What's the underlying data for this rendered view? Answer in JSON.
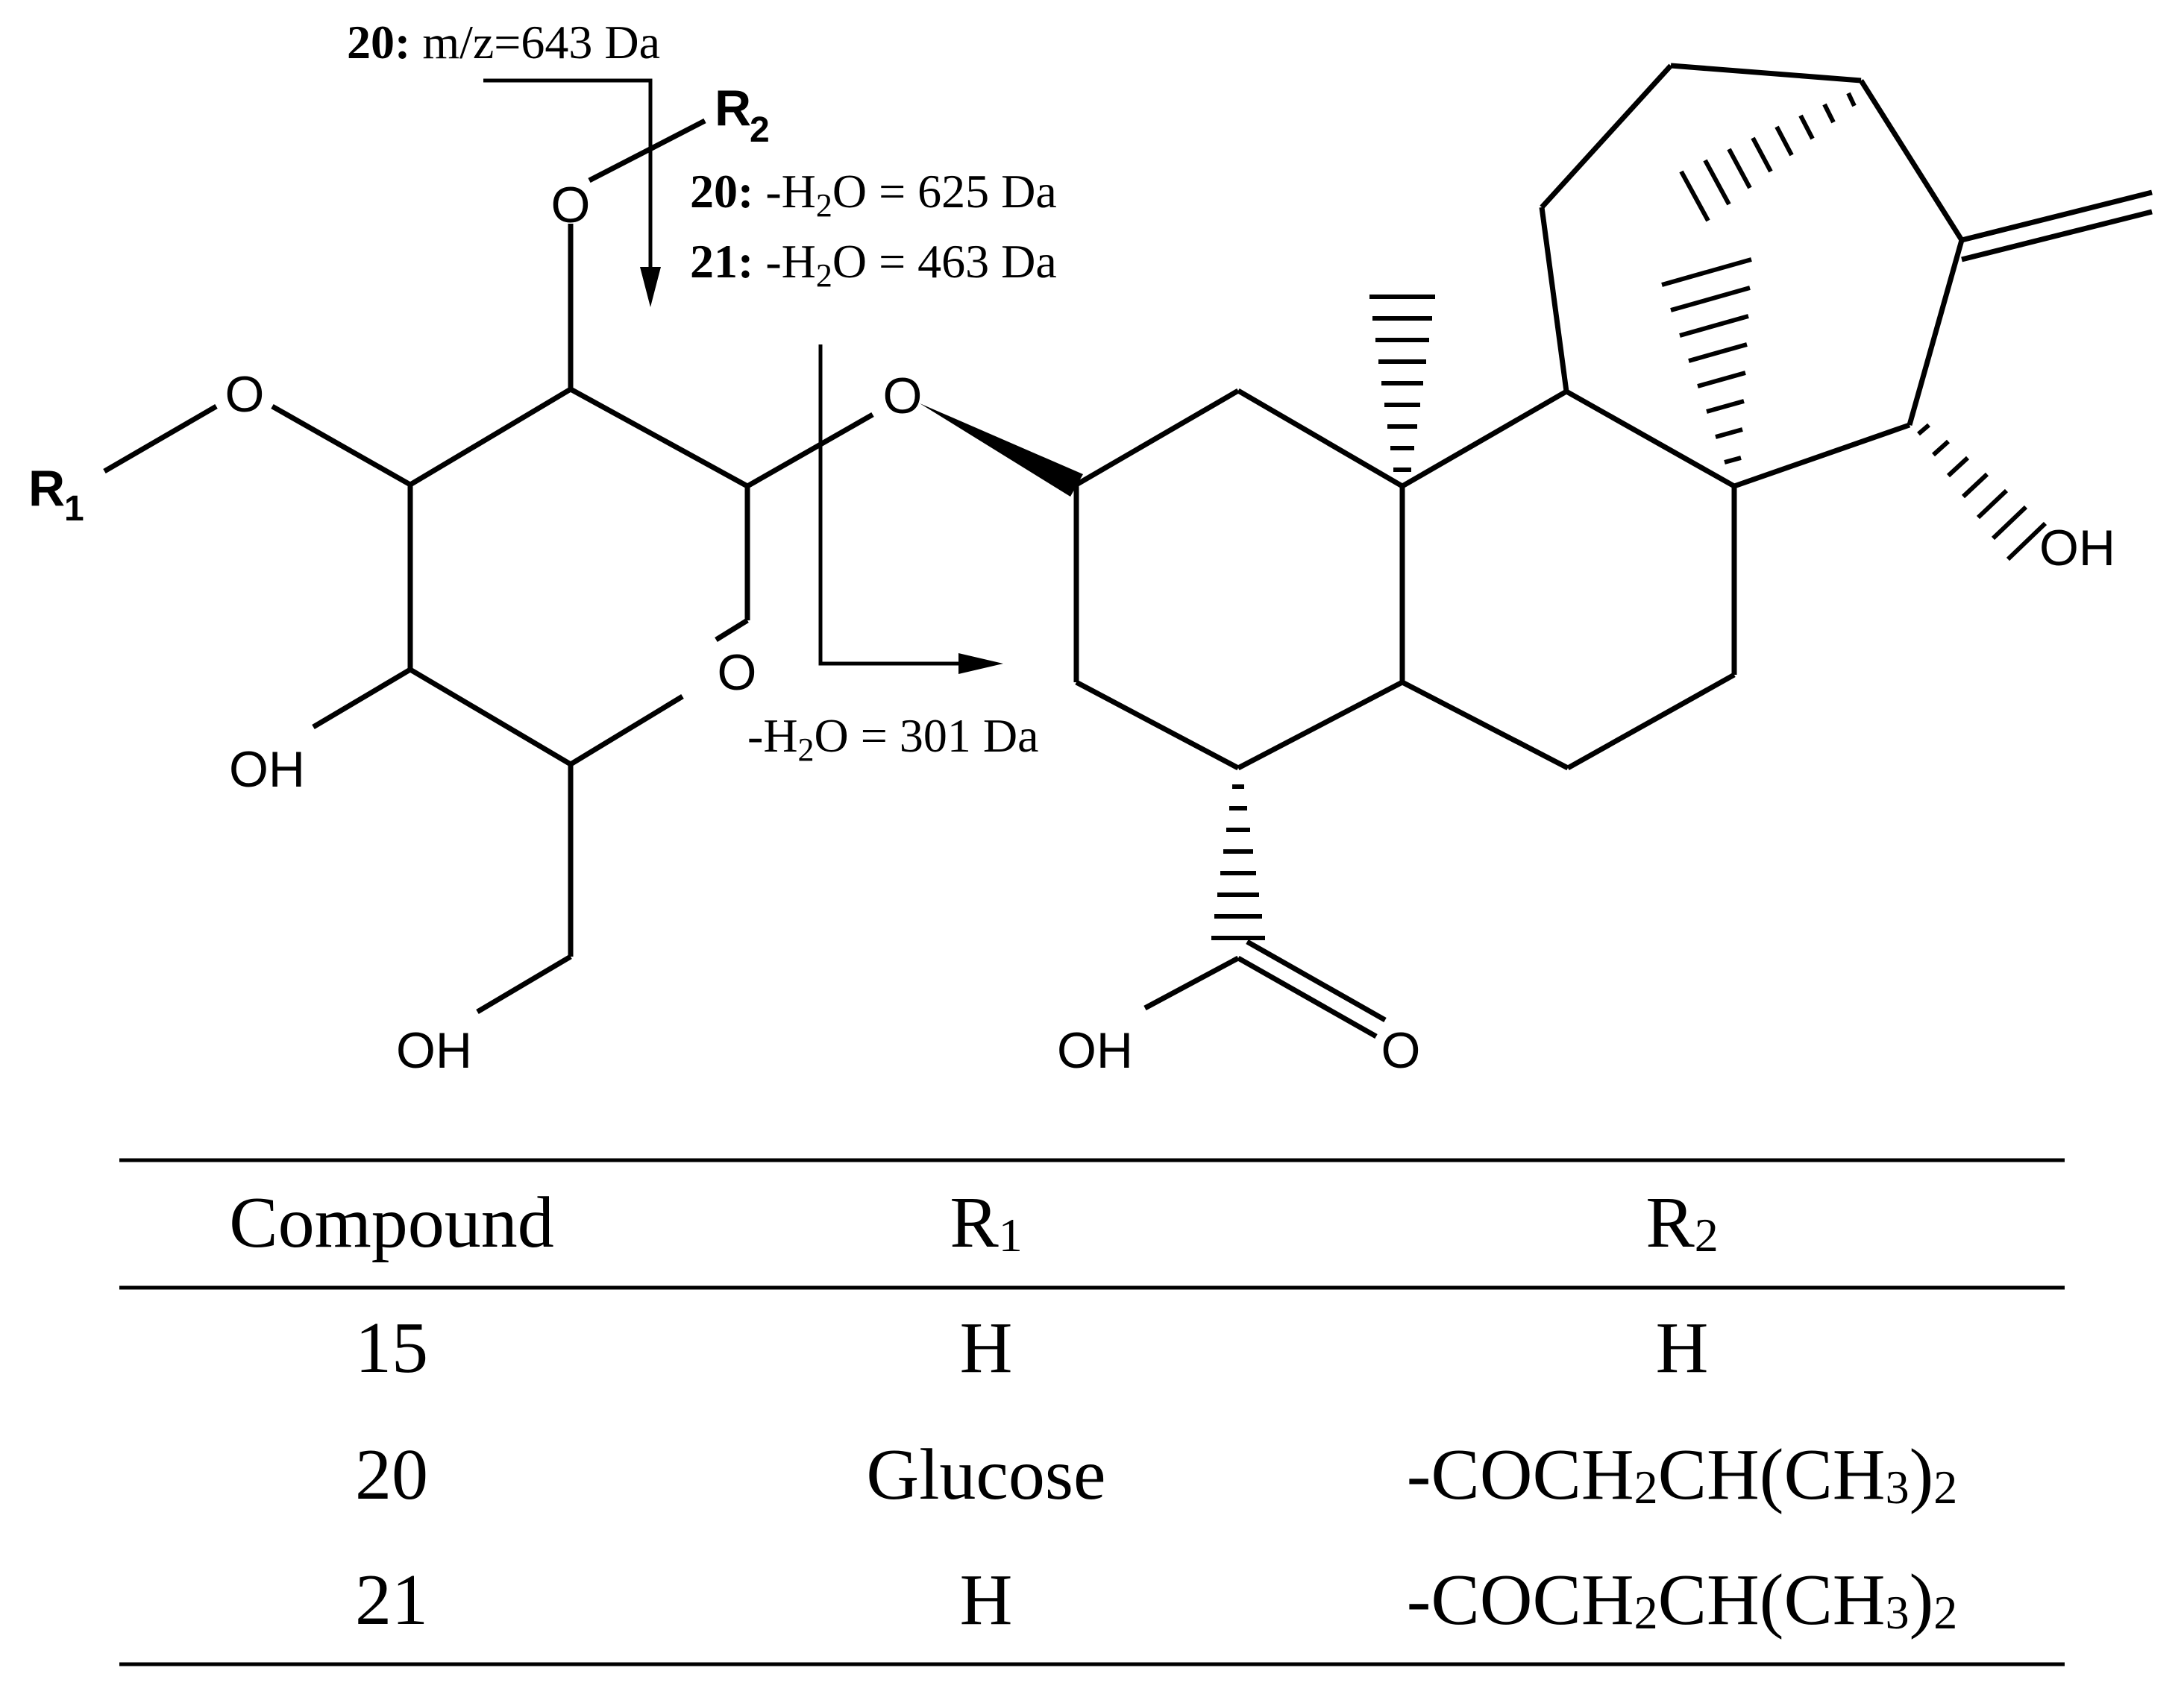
{
  "structure": {
    "substituents": {
      "r1": {
        "main": "R",
        "sub": "1"
      },
      "r2": {
        "main": "R",
        "sub": "2"
      }
    },
    "atom_labels": {
      "o_r2": "O",
      "o_r1": "O",
      "o_glycosidic": "O",
      "o_ring": "O",
      "oh_sugar_c4": "OH",
      "oh_sugar_c6": "OH",
      "oh_acid": "OH",
      "o_carbonyl": "O",
      "oh_ring": "OH"
    }
  },
  "annotations": {
    "frag_20_parent": {
      "label": "20:",
      "text": " m/z=643 Da"
    },
    "frag_20_water": {
      "label": "20:",
      "pre": " -H",
      "sub": "2",
      "post": "O = 625 Da"
    },
    "frag_21_water": {
      "label": "21:",
      "pre": " -H",
      "sub": "2",
      "post": "O = 463 Da"
    },
    "frag_aglycone": {
      "pre": "-H",
      "sub": "2",
      "post": "O = 301 Da"
    }
  },
  "table": {
    "headers": {
      "compound": "Compound",
      "r1": {
        "main": "R",
        "sub": "1"
      },
      "r2": {
        "main": "R",
        "sub": "2"
      }
    },
    "rows": [
      {
        "compound": "15",
        "r1": "H",
        "r2": {
          "pre": "H",
          "sub1": "",
          "mid": "",
          "sub2": "",
          "post": "",
          "sub3": ""
        }
      },
      {
        "compound": "20",
        "r1": "Glucose",
        "r2": {
          "pre": "-COCH",
          "sub1": "2",
          "mid": "CH(CH",
          "sub2": "3",
          "post": ")",
          "sub3": "2"
        }
      },
      {
        "compound": "21",
        "r1": "H",
        "r2": {
          "pre": "-COCH",
          "sub1": "2",
          "mid": "CH(CH",
          "sub2": "3",
          "post": ")",
          "sub3": "2"
        }
      }
    ]
  }
}
